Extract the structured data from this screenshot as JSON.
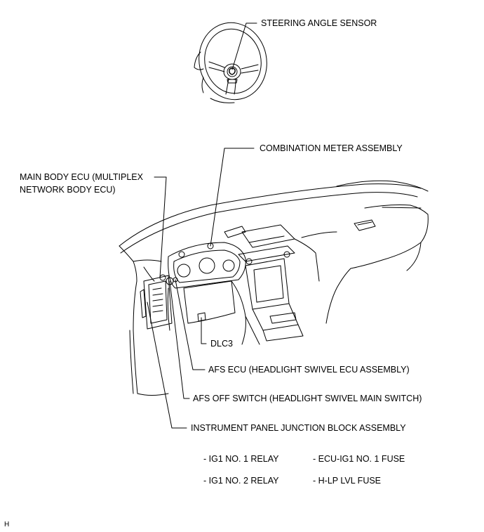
{
  "labels": {
    "steering_angle_sensor": "STEERING ANGLE SENSOR",
    "combination_meter": "COMBINATION METER ASSEMBLY",
    "main_body_ecu_line1": "MAIN BODY ECU (MULTIPLEX",
    "main_body_ecu_line2": "NETWORK BODY ECU)",
    "dlc3": "DLC3",
    "afs_ecu": "AFS ECU (HEADLIGHT SWIVEL ECU ASSEMBLY)",
    "afs_off_switch": "AFS OFF SWITCH (HEADLIGHT SWIVEL MAIN SWITCH)",
    "junction_block": "INSTRUMENT PANEL JUNCTION BLOCK ASSEMBLY"
  },
  "sub_items": {
    "relay1": "- IG1 NO. 1 RELAY",
    "relay2": "- IG1 NO. 2 RELAY",
    "fuse1": "- ECU-IG1 NO. 1 FUSE",
    "fuse2": "- H-LP LVL FUSE"
  },
  "corner_mark": "H"
}
